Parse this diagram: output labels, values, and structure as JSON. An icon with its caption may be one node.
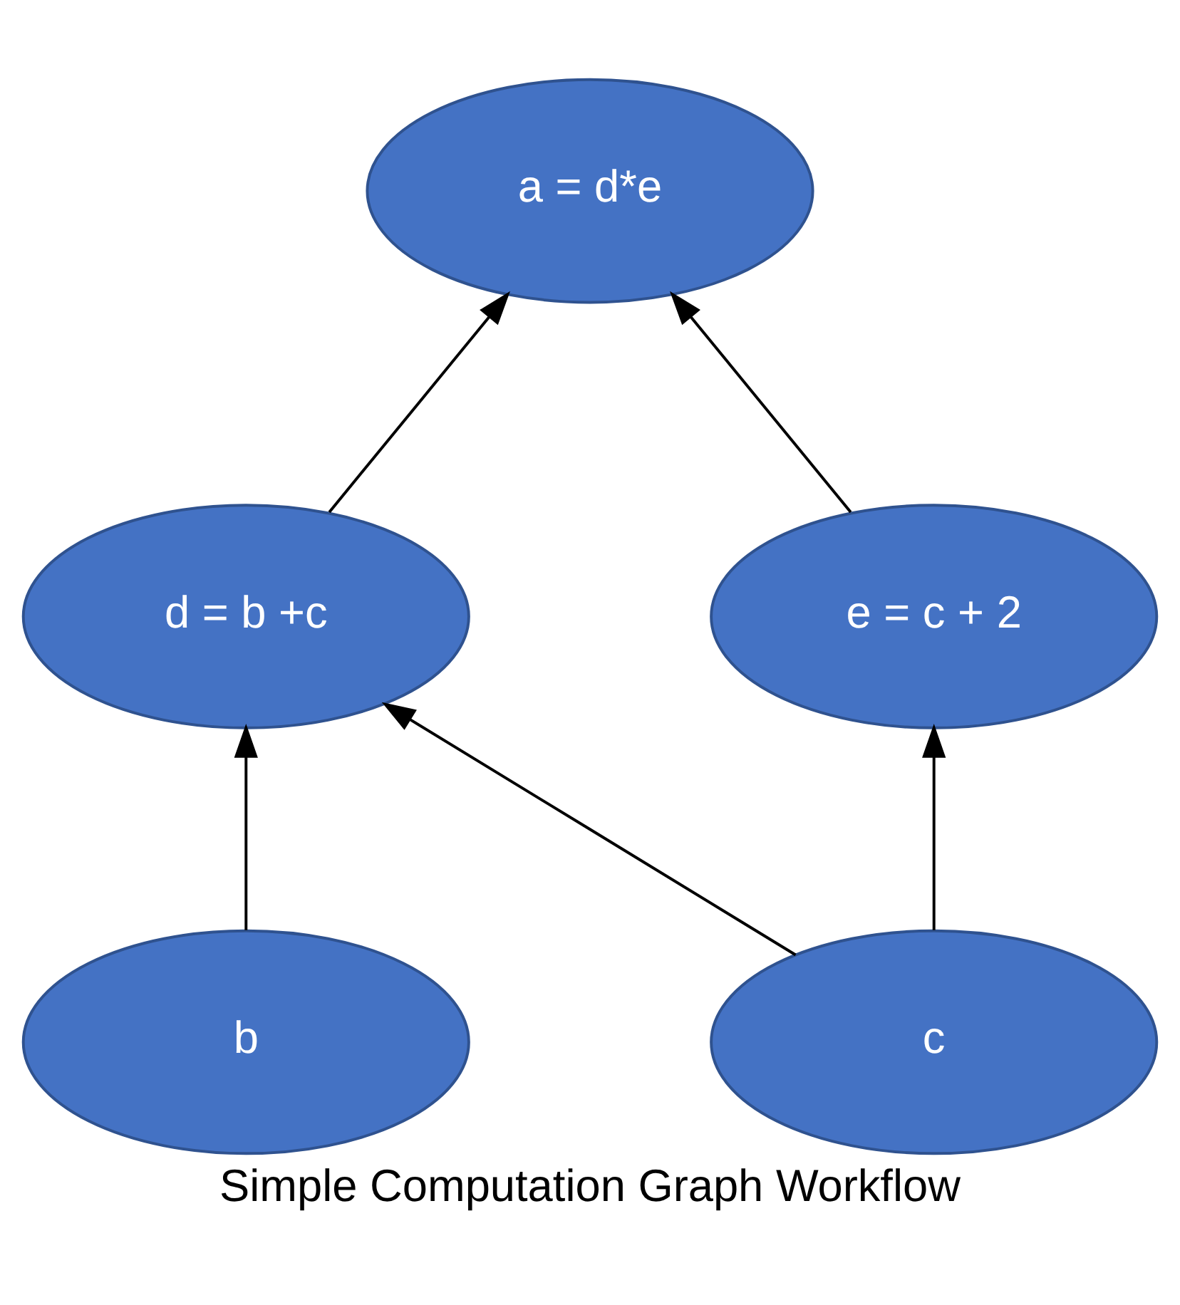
{
  "diagram": {
    "caption": "Simple Computation Graph Workflow",
    "nodes": [
      {
        "text": [
          "a = d*e"
        ]
      },
      {
        "text": [
          "d = b +c"
        ]
      },
      {
        "text": [
          "e = c + 2"
        ]
      },
      {
        "text": [
          "b"
        ]
      },
      {
        "text": [
          "c"
        ]
      }
    ],
    "edges": [
      {
        "from": 1,
        "to": 0,
        "arrow": "to"
      },
      {
        "from": 2,
        "to": 0,
        "arrow": "to"
      },
      {
        "from": 3,
        "to": 1,
        "arrow": "to"
      },
      {
        "from": 4,
        "to": 1,
        "arrow": "to"
      },
      {
        "from": 4,
        "to": 2,
        "arrow": "to"
      }
    ]
  }
}
